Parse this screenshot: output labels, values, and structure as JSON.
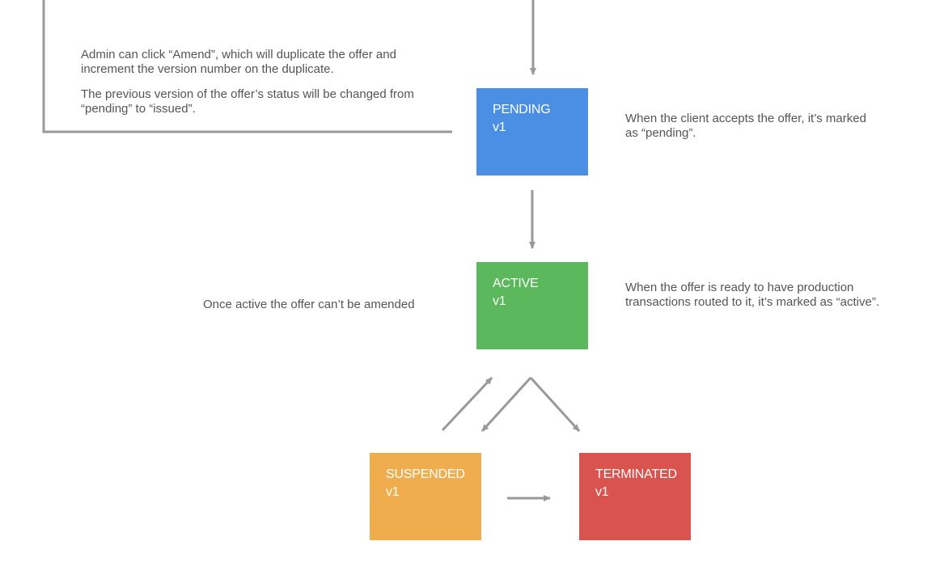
{
  "colors": {
    "pending": "#4a8fe3",
    "active": "#5cb85c",
    "suspended": "#f0ad4e",
    "terminated": "#d9534f",
    "connector": "#999999",
    "note_text": "#555555"
  },
  "states": {
    "pending": {
      "name": "PENDING",
      "version": "v1"
    },
    "active": {
      "name": "ACTIVE",
      "version": "v1"
    },
    "suspended": {
      "name": "SUSPENDED",
      "version": "v1"
    },
    "terminated": {
      "name": "TERMINATED",
      "version": "v1"
    }
  },
  "notes": {
    "amend": {
      "p1": "Admin can click “Amend”, which will duplicate the offer and increment the version number on the duplicate.",
      "p2": "The previous version of the offer’s status will be changed from “pending” to “issued”."
    },
    "pending": "When the client accepts the offer, it’s marked as “pending”.",
    "active_lock": "Once active the offer can’t be amended",
    "active": "When the offer is ready to have production transactions routed to it, it’s marked as “active”."
  }
}
